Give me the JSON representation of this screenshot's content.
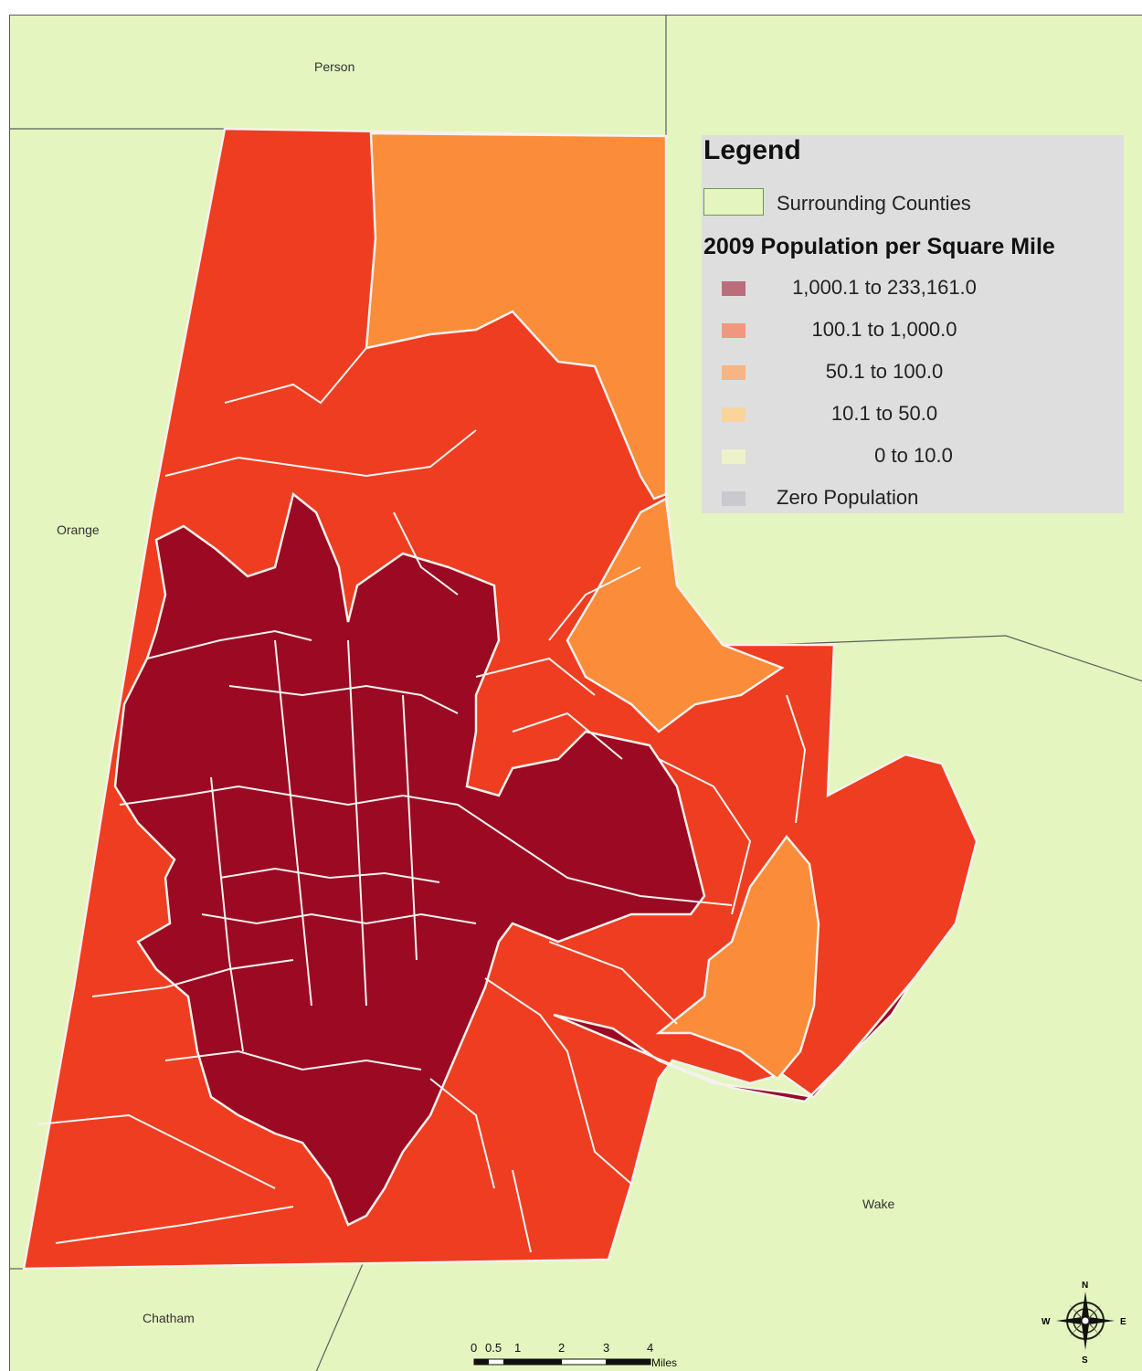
{
  "colors": {
    "background": "#e4f5bf",
    "class_1": "#9b0a22",
    "class_2": "#ee3d20",
    "class_3": "#fa8c3a",
    "border": "#f5f2ee",
    "county_line": "#5e5e5e"
  },
  "county_labels": {
    "person": "Person",
    "orange": "Orange",
    "chatham": "Chatham",
    "wake": "Wake"
  },
  "legend": {
    "title": "Legend",
    "surrounding": {
      "label": "Surrounding Counties",
      "color": "#e4f5bf"
    },
    "density_title": "2009 Population per Square Mile",
    "classes": [
      {
        "label": "1,000.1 to 233,161.0",
        "color": "#bb6d7b"
      },
      {
        "label": "100.1 to 1,000.0",
        "color": "#f19780"
      },
      {
        "label": "50.1 to 100.0",
        "color": "#f8b584"
      },
      {
        "label": "10.1 to 50.0",
        "color": "#f9d59c"
      },
      {
        "label": "0 to 10.0",
        "color": "#eef2c9"
      },
      {
        "label": "Zero Population",
        "color": "#c9c9cf"
      }
    ]
  },
  "compass": {
    "n": "N",
    "s": "S",
    "e": "E",
    "w": "W",
    "icon": "compass-rose-icon"
  },
  "scalebar": {
    "ticks": [
      "0",
      "0.5",
      "1",
      "2",
      "3",
      "4"
    ],
    "units": "Miles"
  }
}
